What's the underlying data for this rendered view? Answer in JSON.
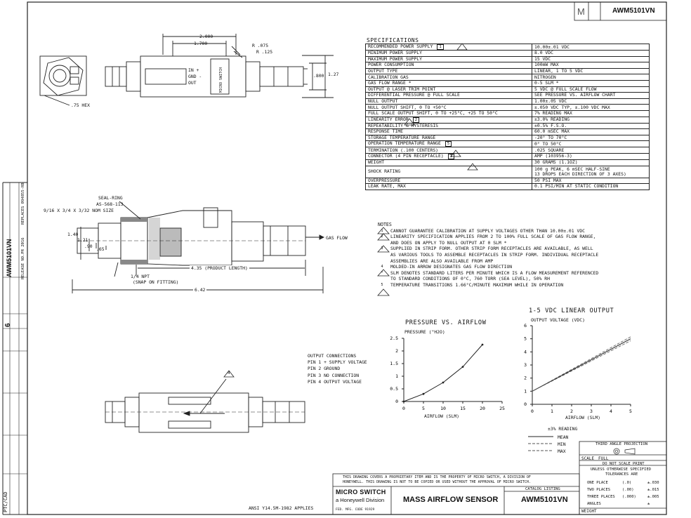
{
  "header": {
    "part_number": "AWM5101VN"
  },
  "specifications": {
    "title": "SPECIFICATIONS",
    "rows": [
      {
        "label": "RECOMMENDED POWER SUPPLY",
        "note": "1",
        "value": "10.00±.01 VDC"
      },
      {
        "label": "MINIMUM POWER SUPPLY",
        "value": "8.0 VDC"
      },
      {
        "label": "MAXIMUM POWER SUPPLY",
        "value": "15 VDC"
      },
      {
        "label": "POWER CONSUMPTION",
        "value": "100mW MAX"
      },
      {
        "label": "OUTPUT TYPE",
        "value": "LINEAR, 1 TO 5 VDC"
      },
      {
        "label": "CALIBRATION GAS",
        "value": "NITROGEN"
      },
      {
        "label": "GAS FLOW RANGE *",
        "value": "0-5 SLM *"
      },
      {
        "label": "OUTPUT @ LASER TRIM POINT",
        "value": "5 VDC @ FULL SCALE FLOW"
      },
      {
        "label": "DIFFERENTIAL PRESSURE @ FULL SCALE",
        "value": "SEE PRESSURE VS. AIRFLOW CHART"
      },
      {
        "label": "NULL OUTPUT",
        "value": "1.00±.05 VDC"
      },
      {
        "label": "NULL OUTPUT SHIFT, 0 TO +50°C",
        "value": "±.050 VDC TYP, ±.100 VDC MAX"
      },
      {
        "label": "FULL SCALE OUTPUT SHIFT, 0 TO +25°C, +25 TO 50°C",
        "value": "7% READING MAX"
      },
      {
        "label": "LINEARITY ERROR",
        "note": "2",
        "value": "±3.0% READING"
      },
      {
        "label": "REPEATABILITY & HYSTERESIS",
        "value": "±0.5% F.S.O."
      },
      {
        "label": "RESPONSE TIME",
        "value": "60.0 mSEC MAX"
      },
      {
        "label": "STORAGE TEMPERATURE RANGE",
        "value": "-20° TO 70°C"
      },
      {
        "label": "OPERATION TEMPERATURE RANGE",
        "note": "5",
        "value": "0° TO 50°C"
      },
      {
        "label": "TERMINATION (.100 CENTERS)",
        "value": ".025 SQUARE"
      },
      {
        "label": "CONNECTOR (4 PIN RECEPTACLE)",
        "note": "3",
        "value": "AMP (103956-3)"
      },
      {
        "label": "WEIGHT",
        "value": "30 GRAMS (1.1OZ)"
      },
      {
        "label": "SHOCK RATING",
        "value": "100 g PEAK, 6 mSEC HALF-SINE",
        "value2": "13 DROPS EACH DIRECTION OF 3 AXES)"
      },
      {
        "label": "OVERPRESSURE",
        "value": "50 PSI MAX"
      },
      {
        "label": "LEAK RATE, MAX",
        "value": "0.1 PSI/MIN AT STATIC CONDITION"
      }
    ]
  },
  "notes": {
    "title": "NOTES",
    "items": [
      {
        "mark": "1",
        "text": "CANNOT GUARANTEE CALIBRATION AT SUPPLY VOLTAGES OTHER THAN 10.00±.01 VDC"
      },
      {
        "mark": "2",
        "text": "LINEARITY SPECIFICATION APPLIES FROM 2 TO 100% FULL SCALE OF GAS FLOW RANGE,"
      },
      {
        "mark": "",
        "text": "AND DOES ON APPLY TO NULL OUTPUT AT 0 SLM *"
      },
      {
        "mark": "3",
        "text": "SUPPLIED IN STRIP FORM.  OTHER STRIP FORM RECEPTACLES ARE AVAILABLE, AS WELL"
      },
      {
        "mark": "",
        "text": "AS VARIOUS TOOLS TO ASSEMBLE RECEPTACLES IN STRIP FORM.  INDIVIDUAL RECEPTACLE"
      },
      {
        "mark": "",
        "text": "ASSEMBLIES ARE ALSO AVAILABLE FROM AMP"
      },
      {
        "mark": "4",
        "text": "MOLDED-IN ARROW DESIGNATES GAS FLOW DIRECTION"
      },
      {
        "mark": "*",
        "text": "SLM DENOTES STANDARD LITERS PER MINUTE WHICH IS A FLOW MEASUREMENT REFERENCED"
      },
      {
        "mark": "",
        "text": "TO STANDARD CONDITIONS OF 0°C, 760 TORR (SEA LEVEL), 50% RH"
      },
      {
        "mark": "5",
        "text": "TEMPERATURE TRANSITIONS 1.66°C/MINUTE MAXIMUM WHILE IN OPERATION"
      }
    ]
  },
  "drawing": {
    "dims_top": {
      "d1": "2.000",
      "d2": "1.700",
      "r1": "R .075",
      "r2": "R .125",
      "h1": ".800",
      "h2": "1.27",
      "hex": ".75 HEX",
      "pins": [
        "IN +",
        "GND -",
        "OUT"
      ],
      "body_text": "MICRO SWITCH"
    },
    "dims_mid": {
      "seal_ring": "SEAL-RING",
      "seal_part": "AS-568-113",
      "seal_size": "9/16 X 3/4 X 3/32 NOM SIZE",
      "h140": "1.40",
      "h121": "1.21",
      "h90": ".90",
      "h65": ".65",
      "npt": "1/4 NPT",
      "snap": "(SNAP ON FITTING)",
      "len435": "4.35 (PRODUCT LENGTH)",
      "len642": "6.42",
      "gas_flow": "GAS FLOW"
    },
    "output_connections": {
      "title": "OUTPUT CONNECTIONS",
      "pins": [
        "PIN 1  + SUPPLY VOLTAGE",
        "PIN 2  GROUND",
        "PIN 3  NO CONNECTION",
        "PIN 4  OUTPUT VOLTAGE"
      ]
    },
    "arrow_note": "4"
  },
  "chart_data": [
    {
      "type": "line",
      "title": "PRESSURE VS. AIRFLOW",
      "ylabel": "PRESSURE (\"H2O)",
      "xlabel": "AIRFLOW (SLM)",
      "xlim": [
        0,
        25
      ],
      "ylim": [
        0,
        2.5
      ],
      "xticks": [
        "0",
        "5",
        "10",
        "15",
        "20",
        "25"
      ],
      "yticks": [
        "0",
        "0.5",
        "1",
        "1.5",
        "2",
        "2.5"
      ],
      "series": [
        {
          "x": [
            0,
            5,
            10,
            15,
            20
          ],
          "y": [
            0,
            0.3,
            0.75,
            1.37,
            2.25
          ]
        }
      ]
    },
    {
      "type": "line",
      "title": "1-5 VDC LINEAR OUTPUT",
      "ylabel": "OUTPUT VOLTAGE (VDC)",
      "xlabel": "AIRFLOW (SLM)",
      "xlim": [
        0,
        5
      ],
      "ylim": [
        0,
        6
      ],
      "xticks": [
        "0",
        "1",
        "2",
        "3",
        "4",
        "5"
      ],
      "yticks": [
        "0",
        "1",
        "2",
        "3",
        "4",
        "5",
        "6"
      ],
      "series": [
        {
          "name": "MEAN",
          "x": [
            0,
            5
          ],
          "y": [
            1,
            5
          ]
        },
        {
          "name": "MIN",
          "x": [
            0,
            5
          ],
          "y": [
            1,
            4.85
          ]
        },
        {
          "name": "MAX",
          "x": [
            0,
            5
          ],
          "y": [
            1,
            5.15
          ]
        }
      ],
      "legend_title": "±3% READING"
    }
  ],
  "projection": {
    "label": "THIRD ANGLE PROJECTION"
  },
  "title_block": {
    "scale_label": "SCALE",
    "scale_value": "FULL",
    "do_not_scale": "DO NOT SCALE PRINT",
    "unless": "UNLESS OTHERWISE SPECIFIED",
    "tolerances": "TOLERANCES ARE",
    "tol_rows": [
      {
        "label": "ONE PLACE",
        "value": "(.0)",
        "tol": "±.030"
      },
      {
        "label": "TWO PLACES",
        "value": "(.00)",
        "tol": "±.015"
      },
      {
        "label": "THREE PLACES",
        "value": "(.000)",
        "tol": "±.005"
      },
      {
        "label": "ANGLES",
        "value": "",
        "tol": "±"
      }
    ],
    "weight_label": "WEIGHT",
    "proprietary_1": "THIS DRAWING COVERS A PROPRIETARY ITEM AND IS THE PROPERTY OF MICRO SWITCH, A DIVISION OF",
    "proprietary_2": "HONEYWELL. THIS DRAWING IS NOT TO BE COPIED OR USED WITHOUT THE APPROVAL OF MICRO SWITCH.",
    "brand": "MICRO SWITCH",
    "brand_div": "a Honeywell Division",
    "fed_code": "FED. MFG. CODE 91929",
    "title": "MASS AIRFLOW SENSOR",
    "catalog_label": "CATALOG LISTING",
    "catalog": "AWM5101VN",
    "ansi": "ANSI Y14.5M-1982 APPLIES"
  },
  "side_strip": {
    "part": "AWM5101VN",
    "issue": "6",
    "cad": "PTC/CAD",
    "replaces": "REPLACES 094855-RB",
    "release": "RELEASE NO.PR 2016"
  }
}
